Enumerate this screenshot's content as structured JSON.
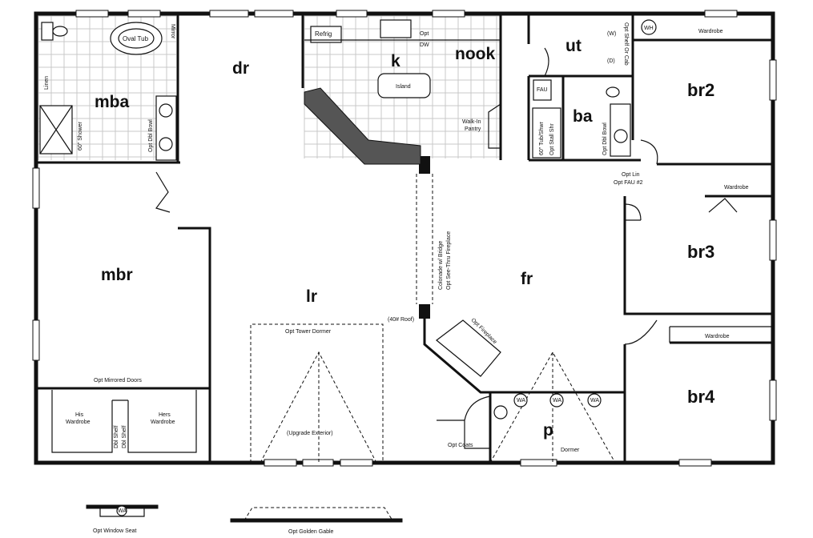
{
  "rooms": {
    "dr": "dr",
    "k": "k",
    "nook": "nook",
    "ut": "ut",
    "mba": "mba",
    "ba": "ba",
    "br2": "br2",
    "br3": "br3",
    "br4": "br4",
    "mbr": "mbr",
    "lr": "lr",
    "fr": "fr",
    "p": "p"
  },
  "labels": {
    "oval_tub": "Oval Tub",
    "mirror": "Mirror",
    "linen": "Linen",
    "shower": "60\" Shower",
    "opt_dbl_bowl_mba": "Opt Dbl Bowl",
    "refrig": "Refrig",
    "opt_dw_1": "Opt",
    "opt_dw_2": "DW",
    "island": "Island",
    "walkin_1": "Walk-In",
    "walkin_2": "Pantry",
    "fau": "FAU",
    "tub_shwr": "60\" Tub/Shwr",
    "opt_stall_shr": "Opt Stall Shr",
    "opt_dbl_bowl_ba": "Opt Dbl Bowl",
    "w": "(W)",
    "d": "(D)",
    "opt_shelf_cab": "Opt Shelf Or Cab",
    "wh": "WH",
    "wardrobe_br2": "Wardrobe",
    "opt_lin_1": "Opt Lin",
    "opt_lin_2": "Opt FAU #2",
    "wardrobe_br3": "Wardrobe",
    "wardrobe_br4": "Wardrobe",
    "colonade_1": "Colonade w/ Bridge",
    "colonade_2": "Opt See-Thru Fireplace",
    "roof_40": "(40# Roof)",
    "opt_fireplace": "Opt Fireplace",
    "opt_tower_dormer": "Opt Tower Dormer",
    "upgrade_exterior": "(Upgrade Exterior)",
    "opt_mirrored_doors": "Opt Mirrored Doors",
    "his_1": "His",
    "his_2": "Wardrobe",
    "hers_1": "Hers",
    "hers_2": "Wardrobe",
    "dbl_shelf_1": "Dbl Shelf",
    "dbl_shelf_2": "Dbl Shelf",
    "opt_coats": "Opt Coats",
    "dormer": "Dormer",
    "wa": "WA",
    "opt_window_seat": "Opt Window Seat",
    "opt_golden_gable": "Opt Golden Gable"
  }
}
